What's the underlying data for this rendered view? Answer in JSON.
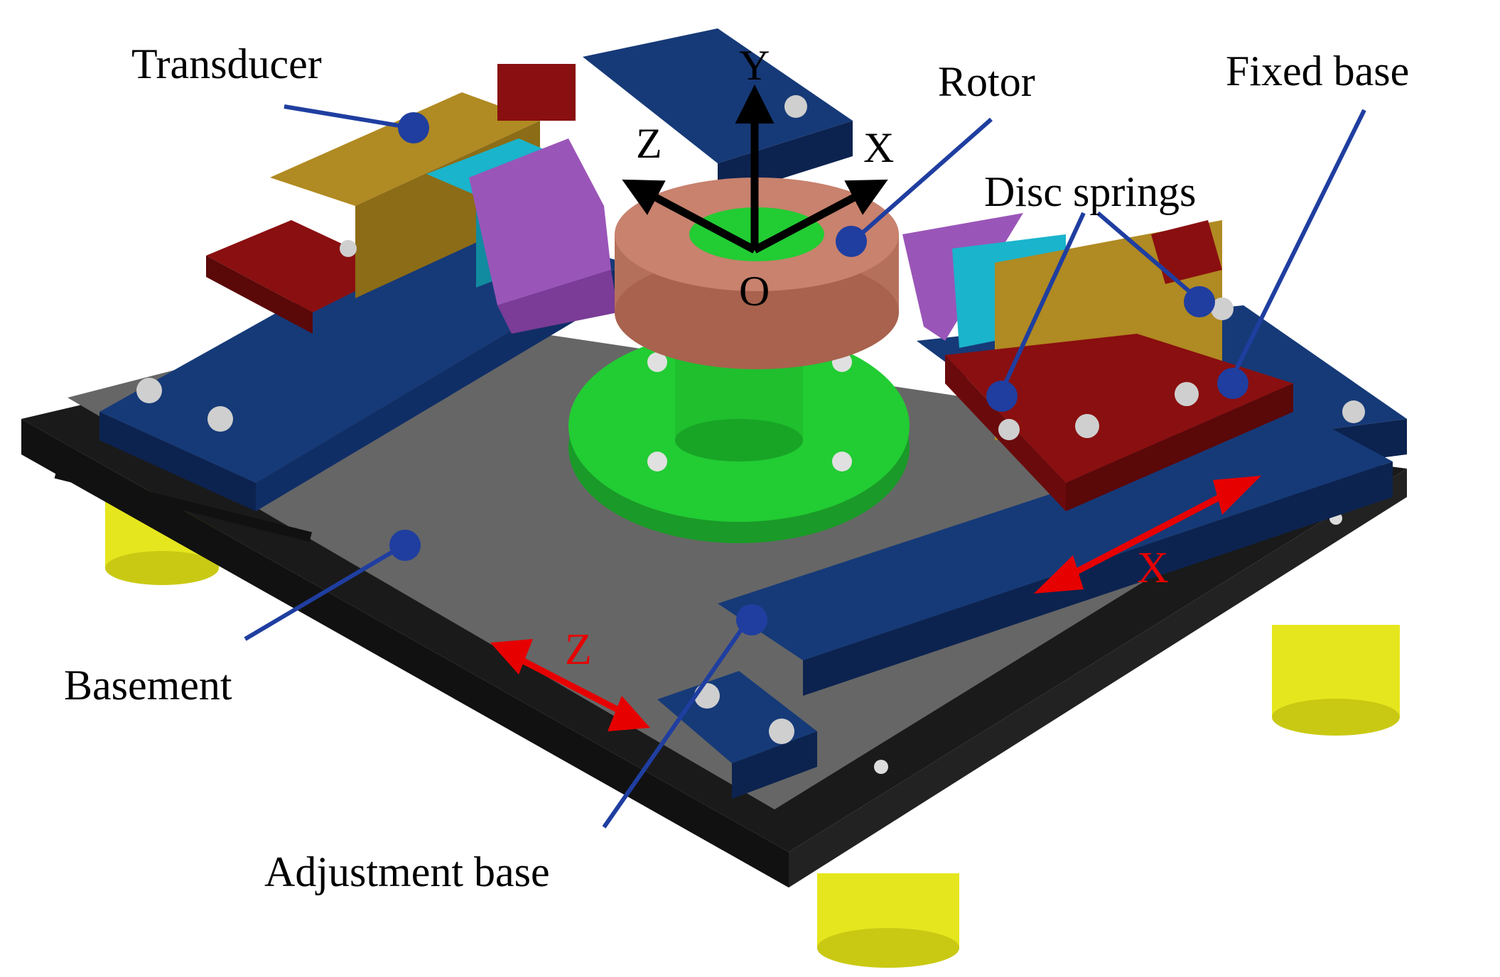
{
  "labels": {
    "transducer": "Transducer",
    "rotor": "Rotor",
    "fixed_base": "Fixed base",
    "disc_springs": "Disc springs",
    "basement": "Basement",
    "adjustment_base": "Adjustment base"
  },
  "axes": {
    "y": "Y",
    "z": "Z",
    "x": "X",
    "origin": "O"
  },
  "motion_arrows": {
    "x": "X",
    "z": "Z"
  },
  "colors": {
    "basement_top": "#666666",
    "basement_edge": "#1a1a1a",
    "rail_blue": "#163a78",
    "rail_blue_dark": "#0c2350",
    "feet_yellow": "#e6e61e",
    "green_flange": "#22cc33",
    "rotor_copper": "#c8826e",
    "purple_horn": "#9a55b8",
    "cyan_ceramic": "#1ab4cc",
    "gold_block": "#b08a22",
    "red_block": "#8a0f10",
    "leader_blue": "#1f3ea0",
    "motion_red": "#e60000"
  }
}
